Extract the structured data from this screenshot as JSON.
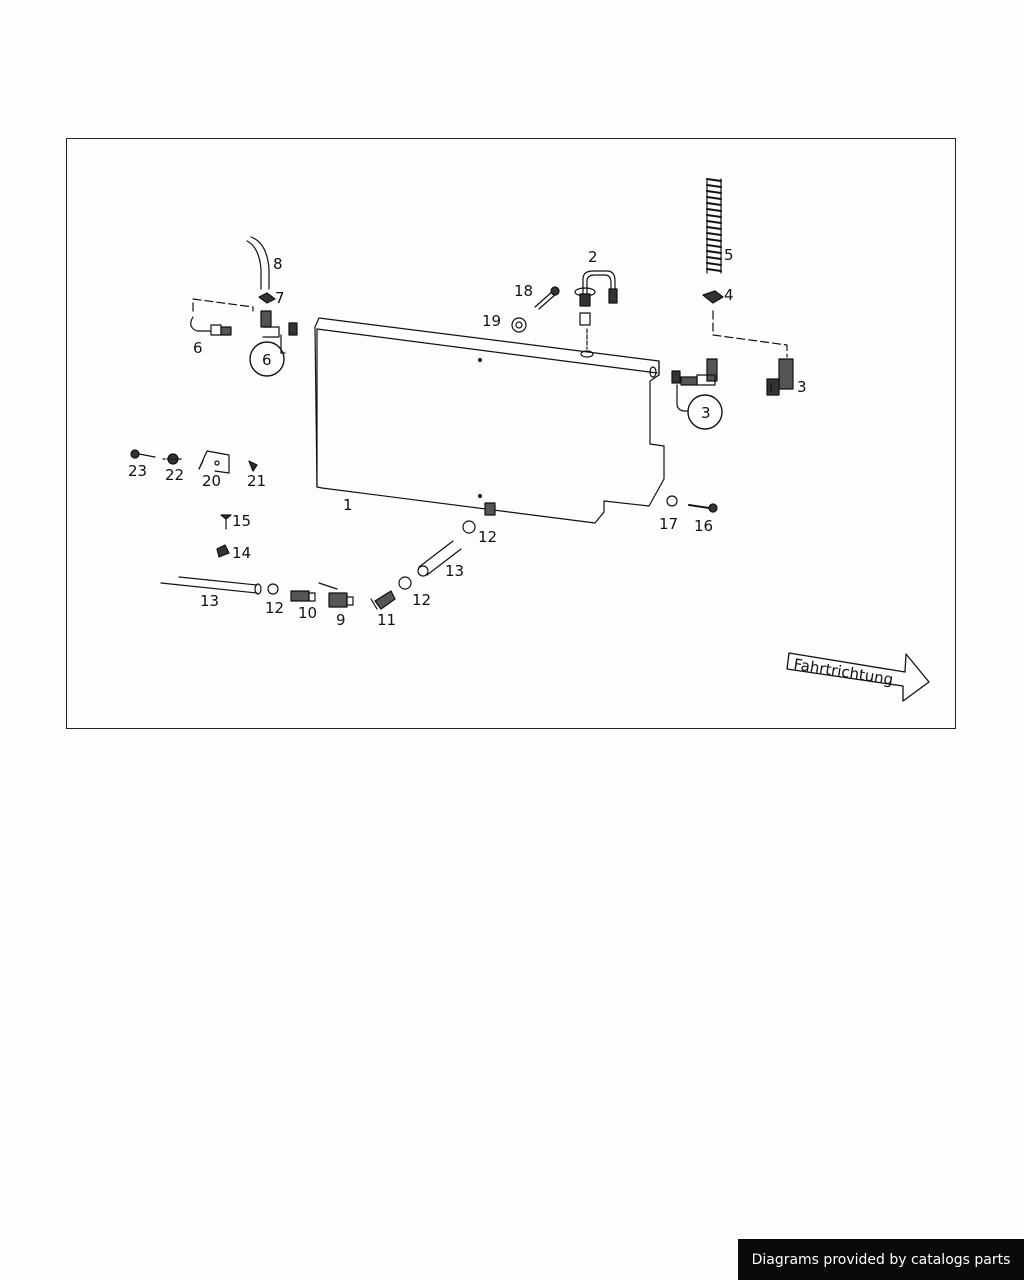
{
  "diagram": {
    "direction_label": "Fahrtrichtung",
    "part_labels": [
      "1",
      "2",
      "3",
      "3",
      "4",
      "5",
      "6",
      "6",
      "7",
      "8",
      "9",
      "10",
      "11",
      "12",
      "12",
      "12",
      "13",
      "13",
      "14",
      "15",
      "16",
      "17",
      "18",
      "19",
      "20",
      "21",
      "22",
      "23"
    ]
  },
  "footer": {
    "text": "Diagrams provided by catalogs parts"
  }
}
